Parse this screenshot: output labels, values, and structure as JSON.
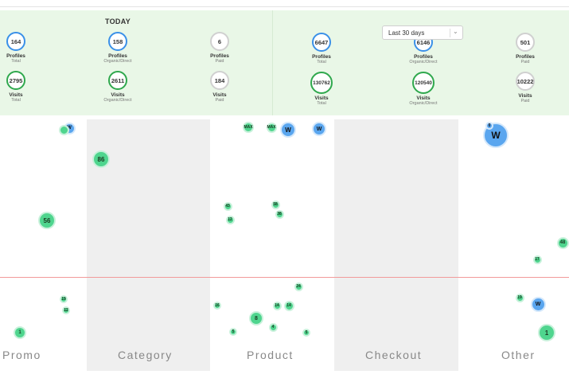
{
  "today": "TODAY",
  "metrics_left": [
    {
      "value": "164",
      "label": "Profiles",
      "sub": "Total",
      "ring": "b"
    },
    {
      "value": "158",
      "label": "Profiles",
      "sub": "Organic/Direct",
      "ring": "b"
    },
    {
      "value": "6",
      "label": "Profiles",
      "sub": "Paid",
      "ring": "x"
    },
    {
      "value": "2795",
      "label": "Visits",
      "sub": "Total",
      "ring": "g"
    },
    {
      "value": "2611",
      "label": "Visits",
      "sub": "Organic/Direct",
      "ring": "g"
    },
    {
      "value": "184",
      "label": "Visits",
      "sub": "Paid",
      "ring": "x"
    }
  ],
  "metrics_right": [
    {
      "value": "6647",
      "label": "Profiles",
      "sub": "Total",
      "ring": "b"
    },
    {
      "value": "6146",
      "label": "Profiles",
      "sub": "Organic/Direct",
      "ring": "b"
    },
    {
      "value": "501",
      "label": "Profiles",
      "sub": "Paid",
      "ring": "x"
    },
    {
      "value": "130762",
      "label": "Visits",
      "sub": "Total",
      "ring": "g"
    },
    {
      "value": "120540",
      "label": "Visits",
      "sub": "Organic/Direct",
      "ring": "g"
    },
    {
      "value": "10222",
      "label": "Visits",
      "sub": "Paid",
      "ring": "x"
    }
  ],
  "date_range": {
    "selected": "Last 30 days"
  },
  "columns": [
    "Promo",
    "Category",
    "Product",
    "Checkout",
    "Other"
  ],
  "bubbles": [
    {
      "text": "W",
      "color": "b"
    },
    {
      "text": "",
      "color": "g"
    },
    {
      "text": "86",
      "color": "g"
    },
    {
      "text": "56",
      "color": "g"
    },
    {
      "text": "1",
      "color": "g"
    },
    {
      "text": "19",
      "color": "g"
    },
    {
      "text": "12",
      "color": "g"
    },
    {
      "text": "MAX",
      "color": "g"
    },
    {
      "text": "MAX",
      "color": "g"
    },
    {
      "text": "W",
      "color": "b"
    },
    {
      "text": "W",
      "color": "b"
    },
    {
      "text": "43",
      "color": "g"
    },
    {
      "text": "12",
      "color": "g"
    },
    {
      "text": "58",
      "color": "g"
    },
    {
      "text": "38",
      "color": "g"
    },
    {
      "text": "16",
      "color": "g"
    },
    {
      "text": "8",
      "color": "g"
    },
    {
      "text": "4",
      "color": "g"
    },
    {
      "text": "14",
      "color": "g"
    },
    {
      "text": "14",
      "color": "g"
    },
    {
      "text": "24",
      "color": "g"
    },
    {
      "text": "5",
      "color": "g"
    },
    {
      "text": "5",
      "color": "g"
    },
    {
      "text": "W",
      "color": "b"
    },
    {
      "text": "0",
      "color": "b"
    },
    {
      "text": "48",
      "color": "g"
    },
    {
      "text": "17",
      "color": "g"
    },
    {
      "text": "19",
      "color": "g"
    },
    {
      "text": "W",
      "color": "b"
    },
    {
      "text": "1",
      "color": "g"
    }
  ],
  "colors": {
    "panel": "#e9f7e7",
    "green": "#4fd58e",
    "blue": "#5aa6ef",
    "threshold": "#f29a9a"
  }
}
